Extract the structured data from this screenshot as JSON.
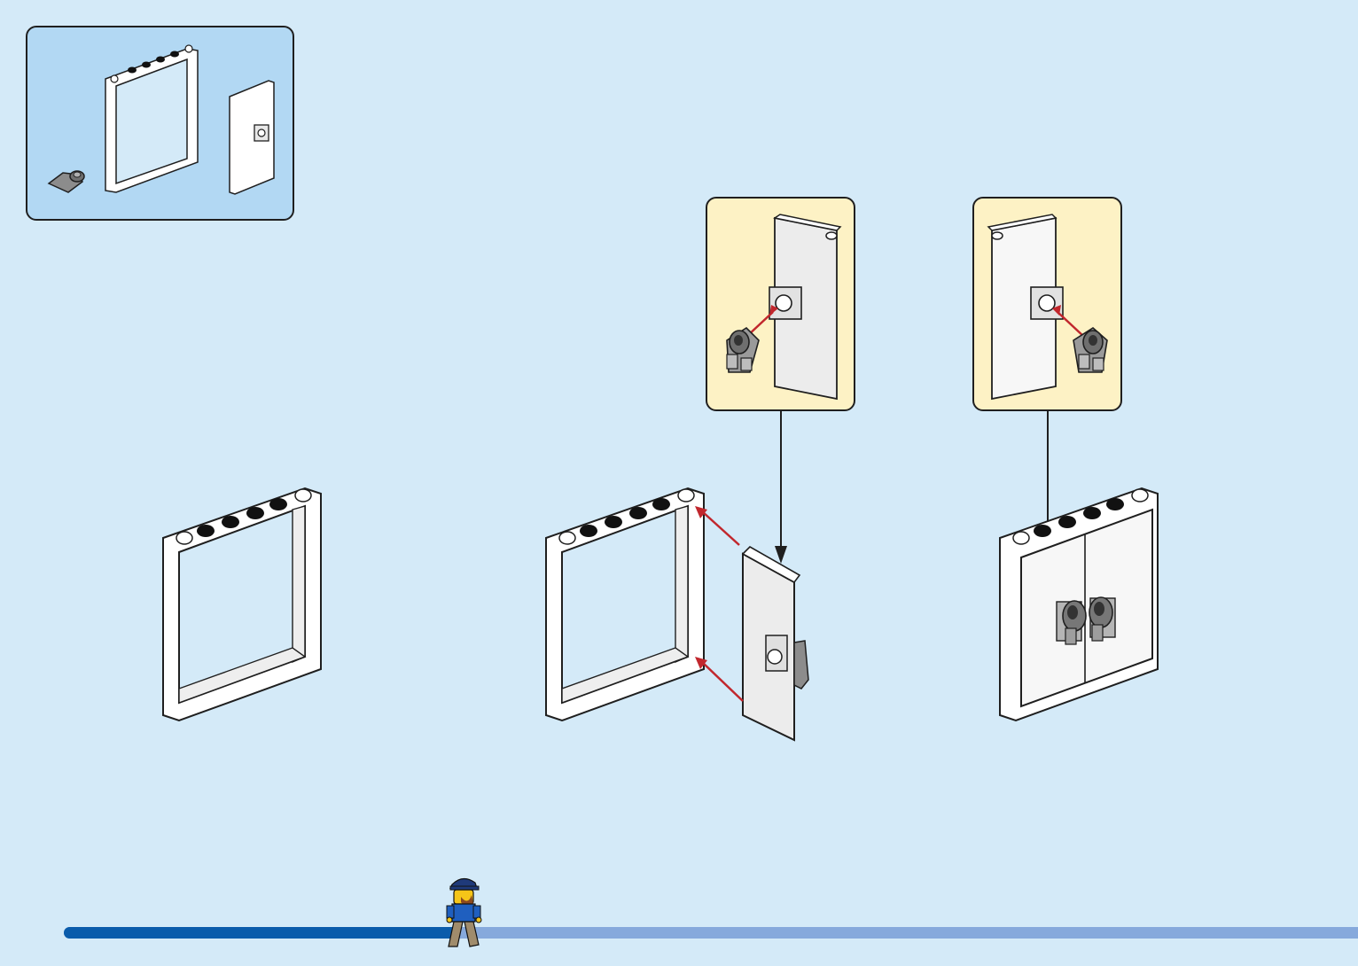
{
  "page": {
    "background": "#d4eaf8",
    "accent_red": "#c1272d",
    "progress_color": "#0a5cab",
    "progress_track_color": "#86a9dc"
  },
  "parts_list": {
    "items": [
      {
        "icon": "clip-plate-icon",
        "color": "#8c8c8c"
      },
      {
        "icon": "window-frame-icon",
        "color": "#ffffff"
      },
      {
        "icon": "door-panel-icon",
        "color": "#ffffff"
      }
    ]
  },
  "steps": [
    {
      "name": "frame-only"
    },
    {
      "name": "attach-door"
    },
    {
      "name": "close-doors-with-clips"
    }
  ],
  "progress": {
    "fraction": 0.3
  }
}
